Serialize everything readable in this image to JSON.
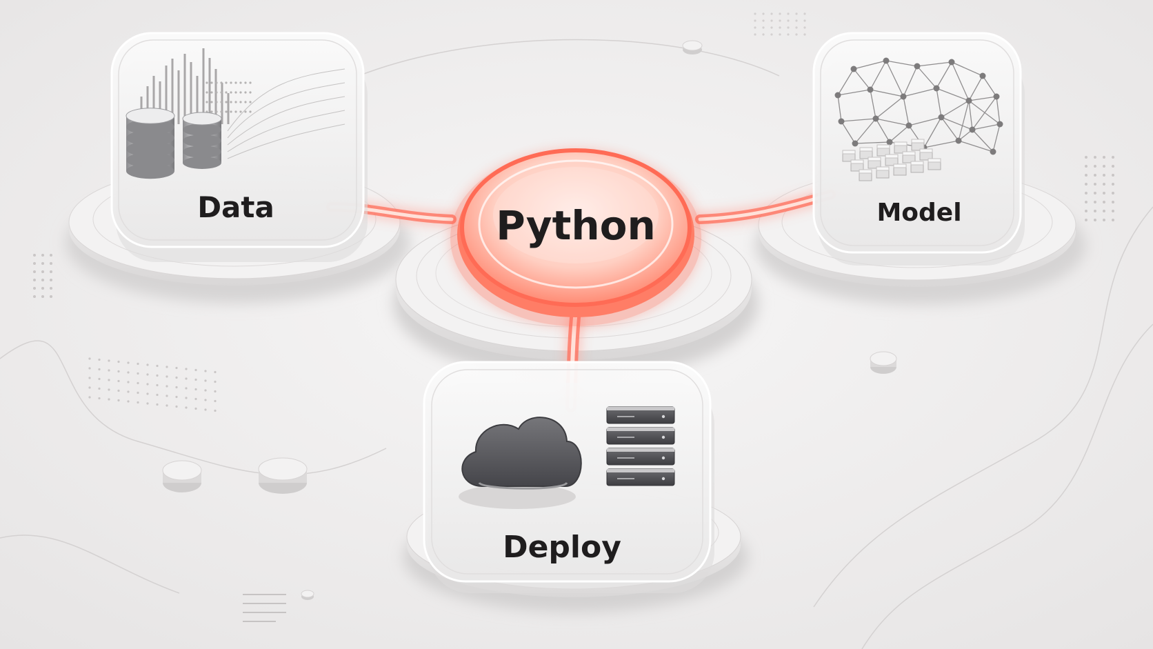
{
  "diagram": {
    "hub": {
      "label": "Python",
      "icon": "python-hub-ring"
    },
    "nodes": [
      {
        "id": "data",
        "label": "Data",
        "icon": "database-cylinders-icon"
      },
      {
        "id": "model",
        "label": "Model",
        "icon": "neural-network-icon"
      },
      {
        "id": "deploy",
        "label": "Deploy",
        "icon": "cloud-server-icon"
      }
    ],
    "colors": {
      "accent": "#ff6b55",
      "accent_glow": "#ffb3a3",
      "background": "#efeded",
      "glass": "#f6f5f5",
      "dark_icon": "#555558"
    }
  }
}
